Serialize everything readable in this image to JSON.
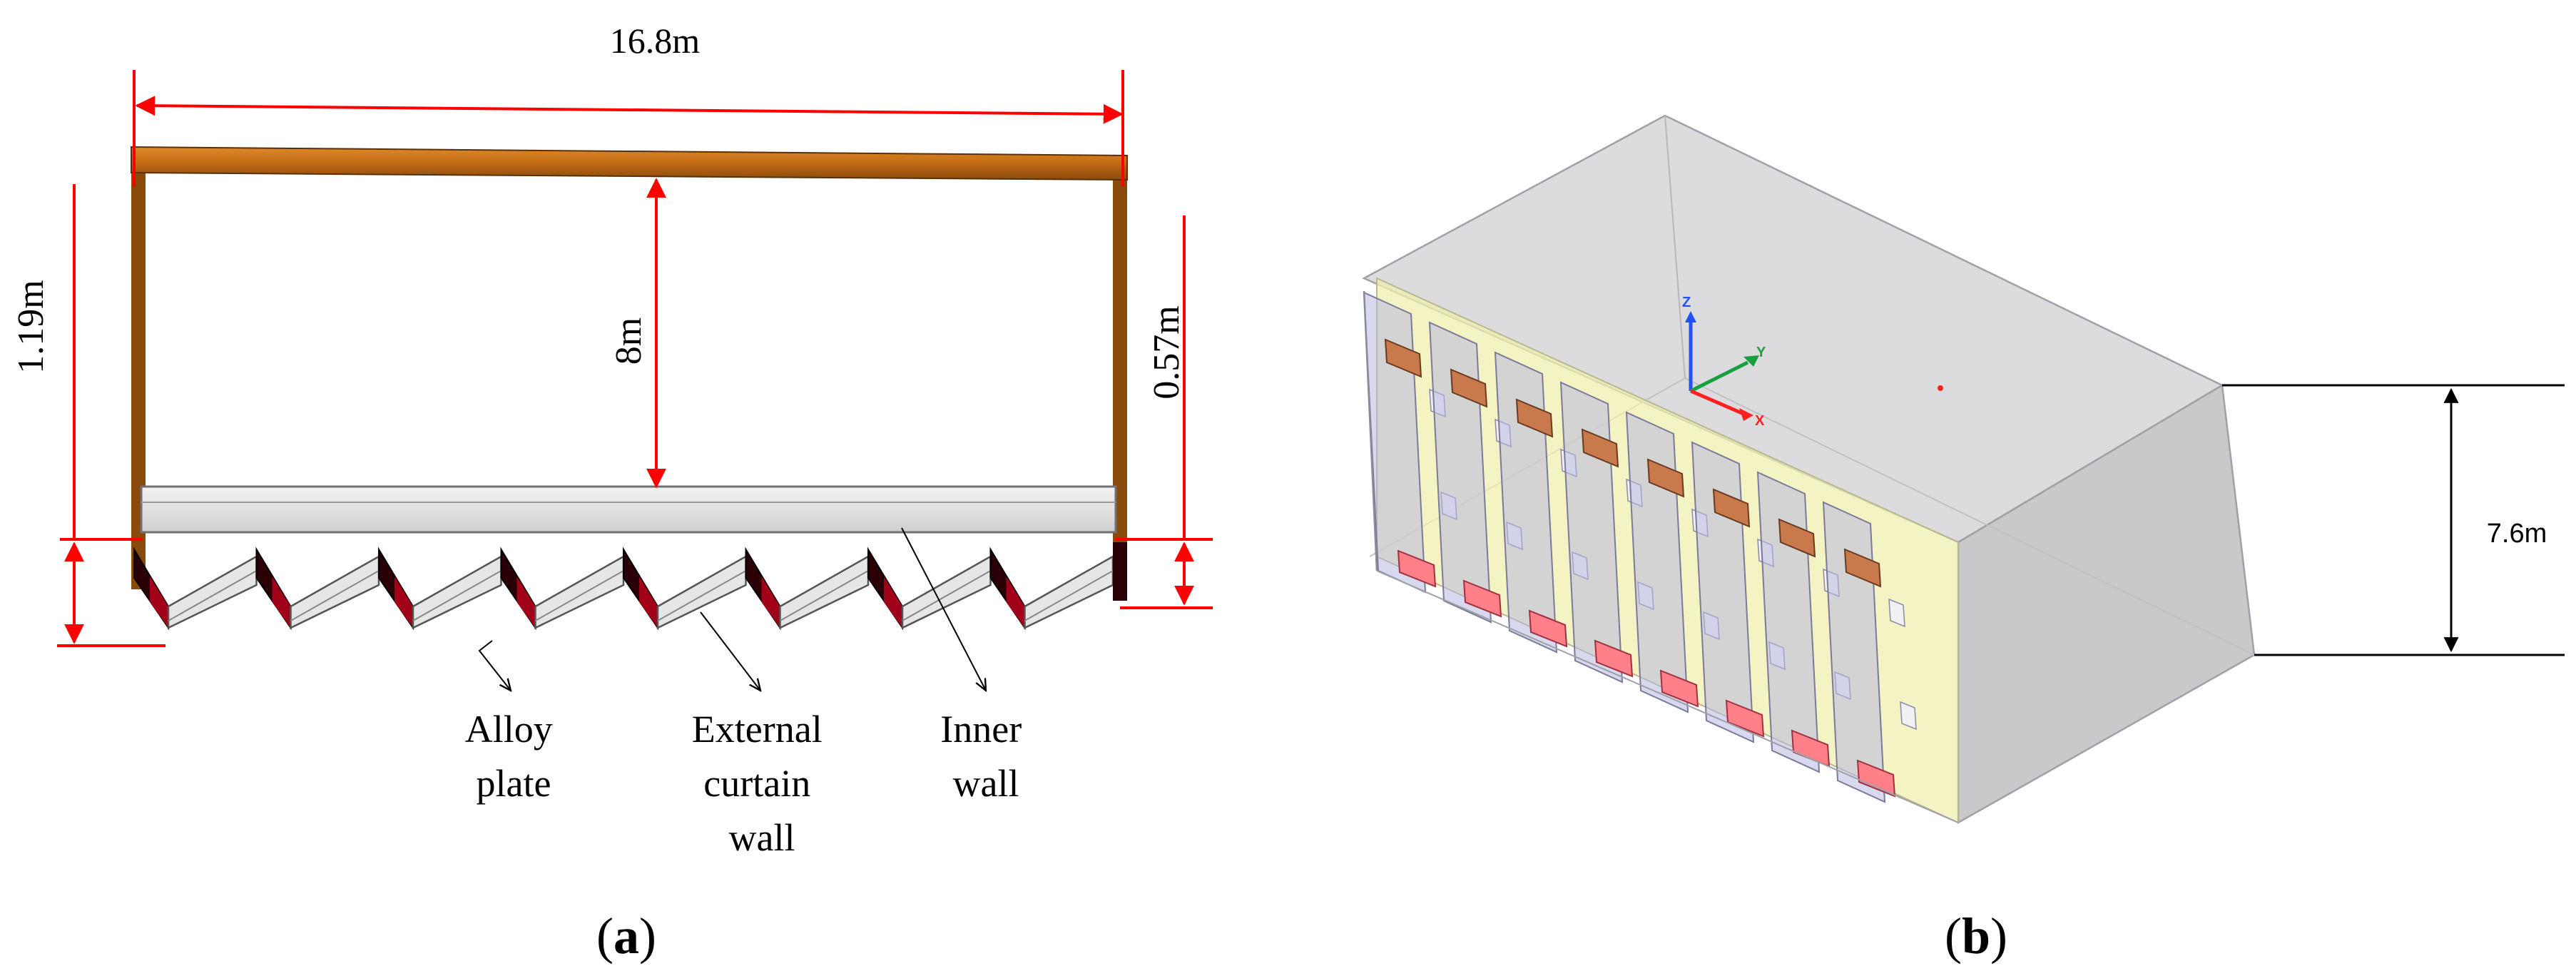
{
  "panel_a": {
    "dimensions": {
      "width": "16.8m",
      "left_height": "1.19m",
      "center_height": "8m",
      "right_height": "0.57m"
    },
    "labels": {
      "alloy_line1": "Alloy",
      "alloy_line2": "plate",
      "external_line1": "External",
      "external_line2": "curtain",
      "external_line3": "wall",
      "inner_line1": "Inner",
      "inner_line2": "wall"
    },
    "caption_letter": "a"
  },
  "panel_b": {
    "dimensions": {
      "height": "7.6m"
    },
    "axes": {
      "z": "Z",
      "y": "Y",
      "x": "X"
    },
    "caption_letter": "b"
  },
  "colors": {
    "dimension_red": "#ff0000",
    "beam_orange": "#c06a14",
    "plate_dark_red": "#7a0010",
    "inner_wall_grey": "#dedede",
    "box_grey": "#d4d4d8",
    "translucent_yellow": "#f0efb0",
    "window_brown": "#c87a4c",
    "window_pink": "#ff8088",
    "axis_blue": "#2050ff",
    "axis_green": "#18a040",
    "axis_red": "#ff2020"
  }
}
